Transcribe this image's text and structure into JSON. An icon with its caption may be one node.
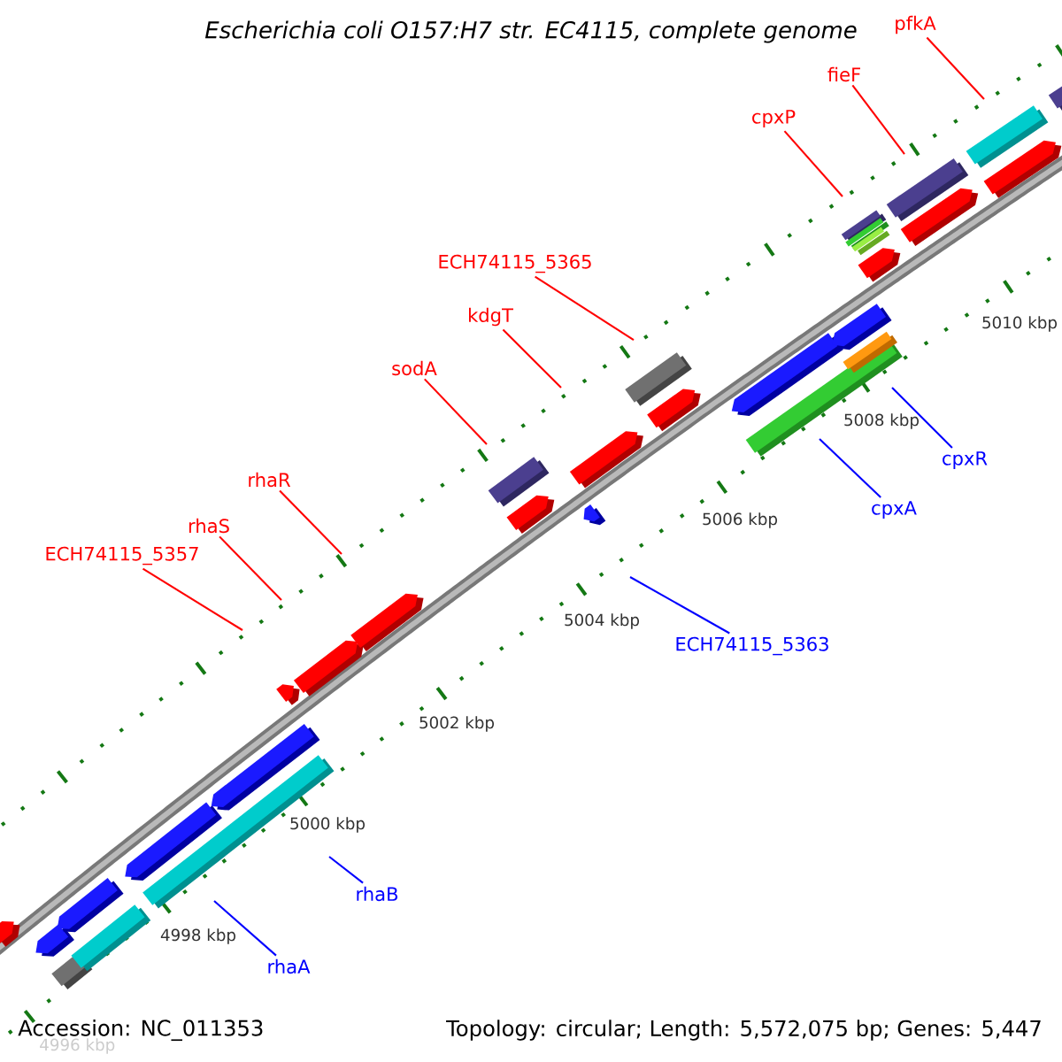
{
  "diagram": {
    "title": "*Escherichia coli O157:H7 str. EC4115, complete genome*",
    "nodes": [
      {
        "text": [
          "pfkA"
        ]
      },
      {
        "text": [
          "fieF"
        ]
      },
      {
        "text": [
          "cpxP"
        ]
      },
      {
        "text": [
          "ECH74115_5365"
        ]
      },
      {
        "text": [
          "kdgT"
        ]
      },
      {
        "text": [
          "sodA"
        ]
      },
      {
        "text": [
          "rhaR"
        ]
      },
      {
        "text": [
          "rhaS"
        ]
      },
      {
        "text": [
          "ECH74115_5357"
        ]
      },
      {
        "text": [
          "cpxR"
        ]
      },
      {
        "text": [
          "cpxA"
        ]
      },
      {
        "text": [
          "ECH74115_5363"
        ]
      },
      {
        "text": [
          "rhaB"
        ]
      },
      {
        "text": [
          "rhaA"
        ]
      }
    ],
    "edges": [
      {
        "from": 0,
        "to": null,
        "arrow": "none"
      },
      {
        "from": 1,
        "to": null,
        "arrow": "none"
      },
      {
        "from": 2,
        "to": null,
        "arrow": "none"
      },
      {
        "from": 3,
        "to": null,
        "arrow": "none"
      },
      {
        "from": 4,
        "to": null,
        "arrow": "none"
      },
      {
        "from": 5,
        "to": null,
        "arrow": "none"
      },
      {
        "from": 6,
        "to": null,
        "arrow": "none"
      },
      {
        "from": 7,
        "to": null,
        "arrow": "none"
      },
      {
        "from": 8,
        "to": null,
        "arrow": "none"
      },
      {
        "from": 9,
        "to": null,
        "arrow": "none",
        "color": "#0000ff"
      },
      {
        "from": 10,
        "to": null,
        "arrow": "none",
        "color": "#0000ff"
      },
      {
        "from": 11,
        "to": null,
        "arrow": "none",
        "color": "#0000ff"
      },
      {
        "from": 12,
        "to": null,
        "arrow": "none",
        "color": "#0000ff"
      },
      {
        "from": 13,
        "to": null,
        "arrow": "none",
        "color": "#0000ff"
      }
    ],
    "labels": [
      "5010 kbp",
      "5008 kbp",
      "5006 kbp",
      "5004 kbp",
      "5002 kbp",
      "5000 kbp",
      "4998 kbp",
      "Accession: NC_011353",
      "Topology: circular; Length: 5,572,075 bp; Genes: 5,447",
      "4996 kbp"
    ]
  }
}
